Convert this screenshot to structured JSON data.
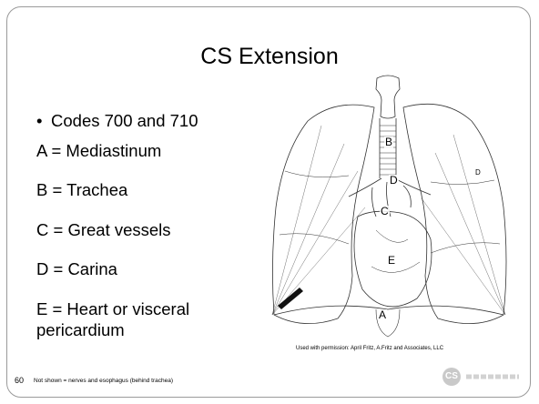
{
  "slide": {
    "title": "CS Extension",
    "bullet": "Codes 700 and 710",
    "lines": [
      "A = Mediastinum",
      "B = Trachea",
      "C = Great vessels",
      "D = Carina",
      "E = Heart or visceral",
      "pericardium"
    ],
    "page_number": "60",
    "footnote": "Not shown = nerves and esophagus (behind trachea)",
    "credit": "Used with permission: April Fritz, A.Fritz and Associates, LLC",
    "logo_mark": "CS"
  },
  "diagram_labels": {
    "a": "A",
    "b": "B",
    "c": "C",
    "d": "D",
    "e": "E",
    "d_small": "D"
  },
  "colors": {
    "frame": "#9a9a9a",
    "text": "#000000",
    "logo": "#c9c9c9"
  }
}
